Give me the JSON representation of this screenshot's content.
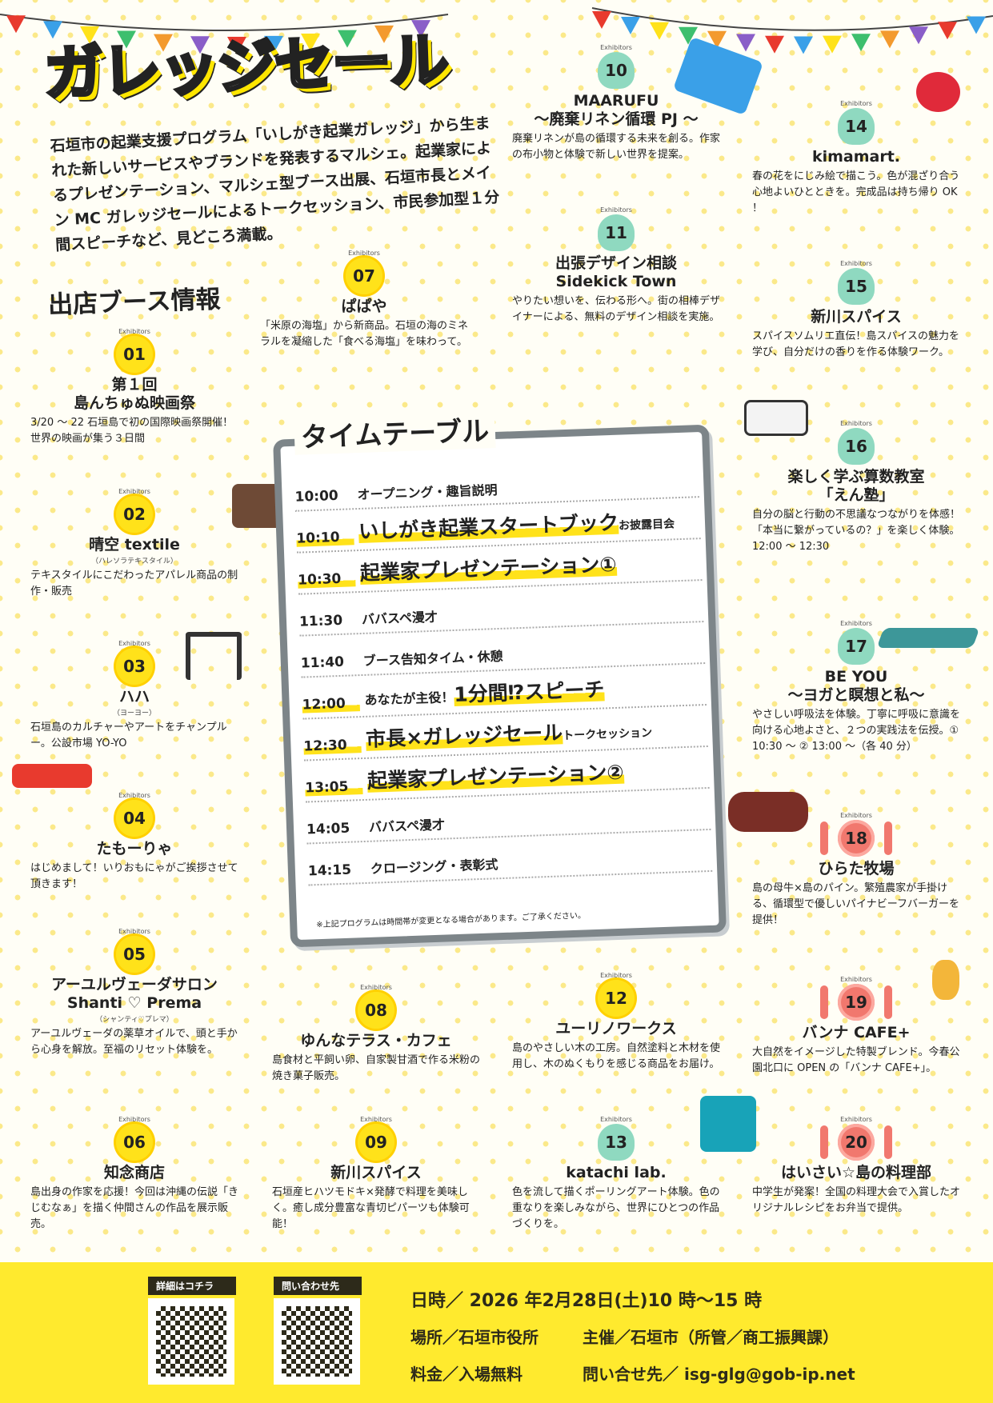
{
  "title": "ガレッジセール",
  "intro": "石垣市の起業支援プログラム「いしがき起業ガレッジ」から生まれた新しいサービスやブランドを発表するマルシェ。起業家によるプレゼンテーション、マルシェ型ブース出展、石垣市長とメイン MC ガレッジセールによるトークセッション、市民参加型１分間スピーチなど、見どころ満載。",
  "booth_section_title": "出店ブース情報",
  "badge_label": "Exhibitors",
  "booths": [
    {
      "no": "01",
      "badge": "gear",
      "name": "第１回\n島んちゅぬ映画祭",
      "sub": "",
      "desc": "3/20 ～ 22 石垣島で初の国際映画祭開催！世界の映画が集う３日間"
    },
    {
      "no": "02",
      "badge": "gear",
      "name": "晴空 textile",
      "sub": "（ハレソラテキスタイル）",
      "desc": "テキスタイルにこだわったアパレル商品の制作・販売"
    },
    {
      "no": "03",
      "badge": "gear",
      "name": "ハハ",
      "sub": "（ヨーヨー）",
      "desc": "石垣島のカルチャーやアートをチャンプルー。公設市場 YO-YO"
    },
    {
      "no": "04",
      "badge": "gear",
      "name": "たもーりゃ",
      "sub": "",
      "desc": "はじめまして！いりおもにゃがご挨拶させて頂きます！"
    },
    {
      "no": "05",
      "badge": "gear",
      "name": "アーユルヴェーダサロン\nShanti ♡ Prema",
      "sub": "（シャンティ♡プレマ）",
      "desc": "アーユルヴェーダの薬草オイルで、頭と手から心身を解放。至福のリセット体験を。"
    },
    {
      "no": "06",
      "badge": "gear",
      "name": "知念商店",
      "sub": "",
      "desc": "島出身の作家を応援！今回は沖縄の伝説「きじむなぁ」を描く仲間さんの作品を展示販売。"
    },
    {
      "no": "07",
      "badge": "gear",
      "name": "ぱぱや",
      "sub": "",
      "desc": "「米原の海塩」から新商品。石垣の海のミネラルを凝縮した「食べる海塩」を味わって。"
    },
    {
      "no": "08",
      "badge": "gear",
      "name": "ゆんなテラス・カフェ",
      "sub": "",
      "desc": "島食材と平飼い卵、自家製甘酒で作る米粉の焼き菓子販売。"
    },
    {
      "no": "09",
      "badge": "gear",
      "name": "新川スパイス",
      "sub": "",
      "desc": "石垣産ヒハツモドキ×発酵で料理を美味しく。癒し成分豊富な青切ピパーツも体験可能！"
    },
    {
      "no": "10",
      "badge": "mint",
      "name": "MAARUFU\n～廃棄リネン循環 PJ ～",
      "sub": "",
      "desc": "廃棄リネンが島の循環する未来を創る。作家の布小物と体験で新しい世界を提案。"
    },
    {
      "no": "11",
      "badge": "mint",
      "name": "出張デザイン相談\nSidekick Town",
      "sub": "",
      "desc": "やりたい想いを、伝わる形へ。街の相棒デザイナーによる、無料のデザイン相談を実施。"
    },
    {
      "no": "12",
      "badge": "gear",
      "name": "ユーリノワークス",
      "sub": "",
      "desc": "島のやさしい木の工房。自然塗料と木材を使用し、木のぬくもりを感じる商品をお届け。"
    },
    {
      "no": "13",
      "badge": "mint",
      "name": "katachi lab.",
      "sub": "",
      "desc": "色を流して描くポーリングアート体験。色の重なりを楽しみながら、世界にひとつの作品づくりを。"
    },
    {
      "no": "14",
      "badge": "mint",
      "name": "kimamart.",
      "sub": "",
      "desc": "春の花をにじみ絵で描こう。色が混ざり合う心地よいひとときを。完成品は持ち帰り OK ！"
    },
    {
      "no": "15",
      "badge": "mint",
      "name": "新川スパイス",
      "sub": "",
      "desc": "スパイスソムリエ直伝！島スパイスの魅力を学び、自分だけの香りを作る体験ワーク。"
    },
    {
      "no": "16",
      "badge": "mint",
      "name": "楽しく学ぶ算数教室\n「えん塾」",
      "sub": "",
      "desc": "自分の脳と行動の不思議なつながりを体感！「本当に繋がっているの？」を楽しく体験。12:00 ～ 12:30"
    },
    {
      "no": "17",
      "badge": "mint",
      "name": "BE YOU\n～ヨガと瞑想と私～",
      "sub": "",
      "desc": "やさしい呼吸法を体験。丁寧に呼吸に意識を向ける心地よさと、２つの実践法を伝授。① 10:30 ～ ② 13:00 ～（各 40 分）"
    },
    {
      "no": "18",
      "badge": "plate",
      "name": "ひらた牧場",
      "sub": "",
      "desc": "島の母牛×島のパイン。繁殖農家が手掛ける、循環型で優しいパイナビーフバーガーを提供！"
    },
    {
      "no": "19",
      "badge": "plate",
      "name": "バンナ CAFE+",
      "sub": "",
      "desc": "大自然をイメージした特製ブレンド。今春公園北口に OPEN の「バンナ CAFE+」。"
    },
    {
      "no": "20",
      "badge": "plate",
      "name": "はいさい☆島の料理部",
      "sub": "",
      "desc": "中学生が発案！全国の料理大会で入賞したオリジナルレシピをお弁当で提供。"
    }
  ],
  "timetable": {
    "title": "タイムテーブル",
    "rows": [
      {
        "time": "10:00",
        "prefix": "",
        "main": "オープニング・趣旨説明",
        "suffix": "",
        "big": false
      },
      {
        "time": "10:10",
        "prefix": "",
        "main": "いしがき起業スタートブック",
        "suffix": "お披露目会",
        "big": true
      },
      {
        "time": "10:30",
        "prefix": "",
        "main": "起業家プレゼンテーション①",
        "suffix": "",
        "big": true
      },
      {
        "time": "11:30",
        "prefix": "",
        "main": "ババスペ漫才",
        "suffix": "",
        "big": false
      },
      {
        "time": "11:40",
        "prefix": "",
        "main": "ブース告知タイム・休憩",
        "suffix": "",
        "big": false
      },
      {
        "time": "12:00",
        "prefix": "あなたが主役！",
        "main": "1分間⁉スピーチ",
        "suffix": "",
        "big": true
      },
      {
        "time": "12:30",
        "prefix": "",
        "main": "市長×ガレッジセール",
        "suffix": "トークセッション",
        "big": true
      },
      {
        "time": "13:05",
        "prefix": "",
        "main": "起業家プレゼンテーション②",
        "suffix": "",
        "big": true
      },
      {
        "time": "14:05",
        "prefix": "",
        "main": "ババスペ漫才",
        "suffix": "",
        "big": false
      },
      {
        "time": "14:15",
        "prefix": "",
        "main": "クロージング・表彰式",
        "suffix": "",
        "big": false
      }
    ],
    "note": "※上記プログラムは時間帯が変更となる場合があります。ご了承ください。"
  },
  "footer": {
    "qr1_label": "詳細はコチラ",
    "qr2_label": "問い合わせ先",
    "datetime": "日時／ 2026 年2月28日(土)10 時～15 時",
    "venue": "場所／石垣市役所",
    "organizer": "主催／石垣市（所管／商工振興課）",
    "fee": "料金／入場無料",
    "contact": "問い合せ先／ isg-glg@gob-ip.net"
  },
  "colors": {
    "accent_yellow": "#ffe21a",
    "footer_yellow": "#ffea2e",
    "mint": "#8fd9c0",
    "coral": "#f1786e",
    "dark": "#2d2a1a"
  }
}
